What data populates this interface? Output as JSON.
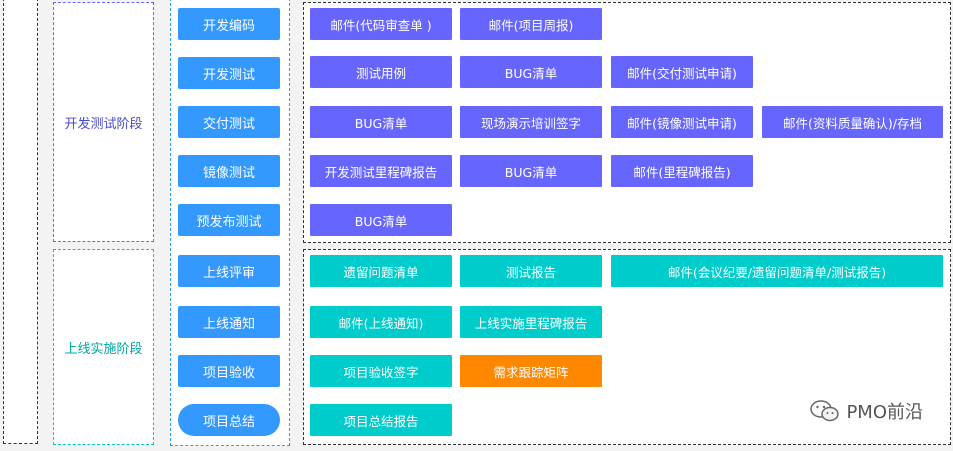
{
  "phases": {
    "dev": "开发测试阶段",
    "live": "上线实施阶段"
  },
  "steps": [
    "开发编码",
    "开发测试",
    "交付测试",
    "镜像测试",
    "预发布测试",
    "上线评审",
    "上线通知",
    "项目验收",
    "项目总结"
  ],
  "dev_rows": [
    [
      "邮件(代码审查单 )",
      "邮件(项目周报)"
    ],
    [
      "测试用例",
      "BUG清单",
      "邮件(交付测试申请)"
    ],
    [
      "BUG清单",
      "现场演示培训签字",
      "邮件(镜像测试申请)",
      "邮件(资料质量确认)/存档"
    ],
    [
      "开发测试里程碑报告",
      "BUG清单",
      "邮件(里程碑报告)"
    ],
    [
      "BUG清单"
    ]
  ],
  "live_rows": [
    [
      "遗留问题清单",
      "测试报告",
      "邮件(会议纪要/遗留问题清单/测试报告)"
    ],
    [
      "邮件(上线通知)",
      "上线实施里程碑报告"
    ],
    [
      "项目验收签字",
      "需求跟踪矩阵"
    ],
    [
      "项目总结报告"
    ]
  ],
  "watermark": "PMO前沿",
  "colors": {
    "step": "#3399ff",
    "dev_doc": "#6666ff",
    "live_doc": "#00cccc",
    "highlight_doc": "#ff8800"
  }
}
